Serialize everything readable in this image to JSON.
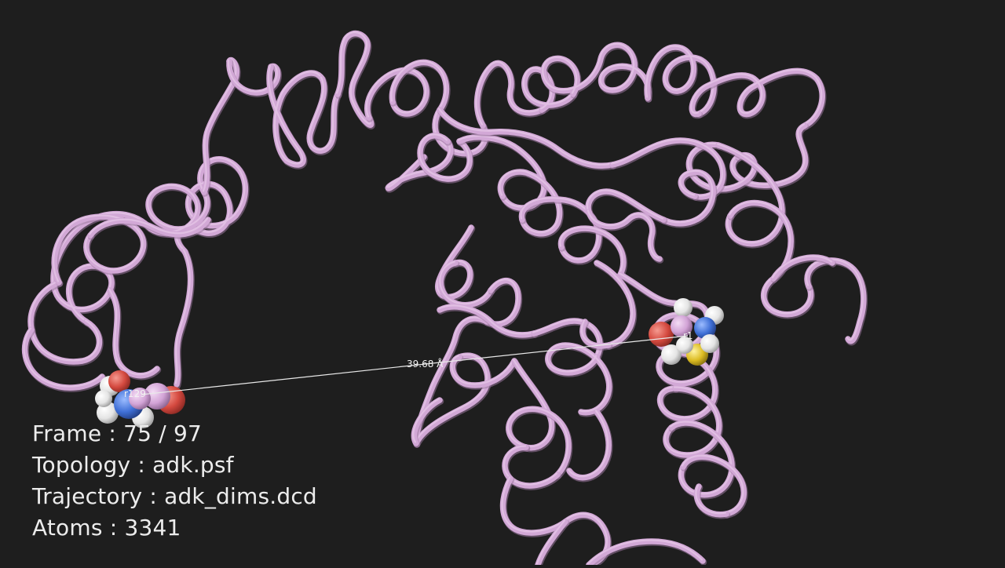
{
  "viewer": {
    "background_color": "#1e1e1e",
    "backbone_color": "#d2a8d6",
    "representation": "tube"
  },
  "residues": [
    {
      "label": "r129",
      "atom_colors": [
        "#e05a50",
        "#4a78d8",
        "#f0f0f0",
        "#d9a8d9"
      ]
    },
    {
      "label": "r1",
      "atom_colors": [
        "#e05a50",
        "#4a78d8",
        "#f0f0f0",
        "#e3c52e",
        "#d9a8d9"
      ]
    }
  ],
  "measurement": {
    "distance_label": "39.68 Å"
  },
  "info": {
    "frame": "Frame : 75 / 97",
    "topology": "Topology : adk.psf",
    "trajectory": "Trajectory : adk_dims.dcd",
    "atoms": "Atoms : 3341"
  }
}
